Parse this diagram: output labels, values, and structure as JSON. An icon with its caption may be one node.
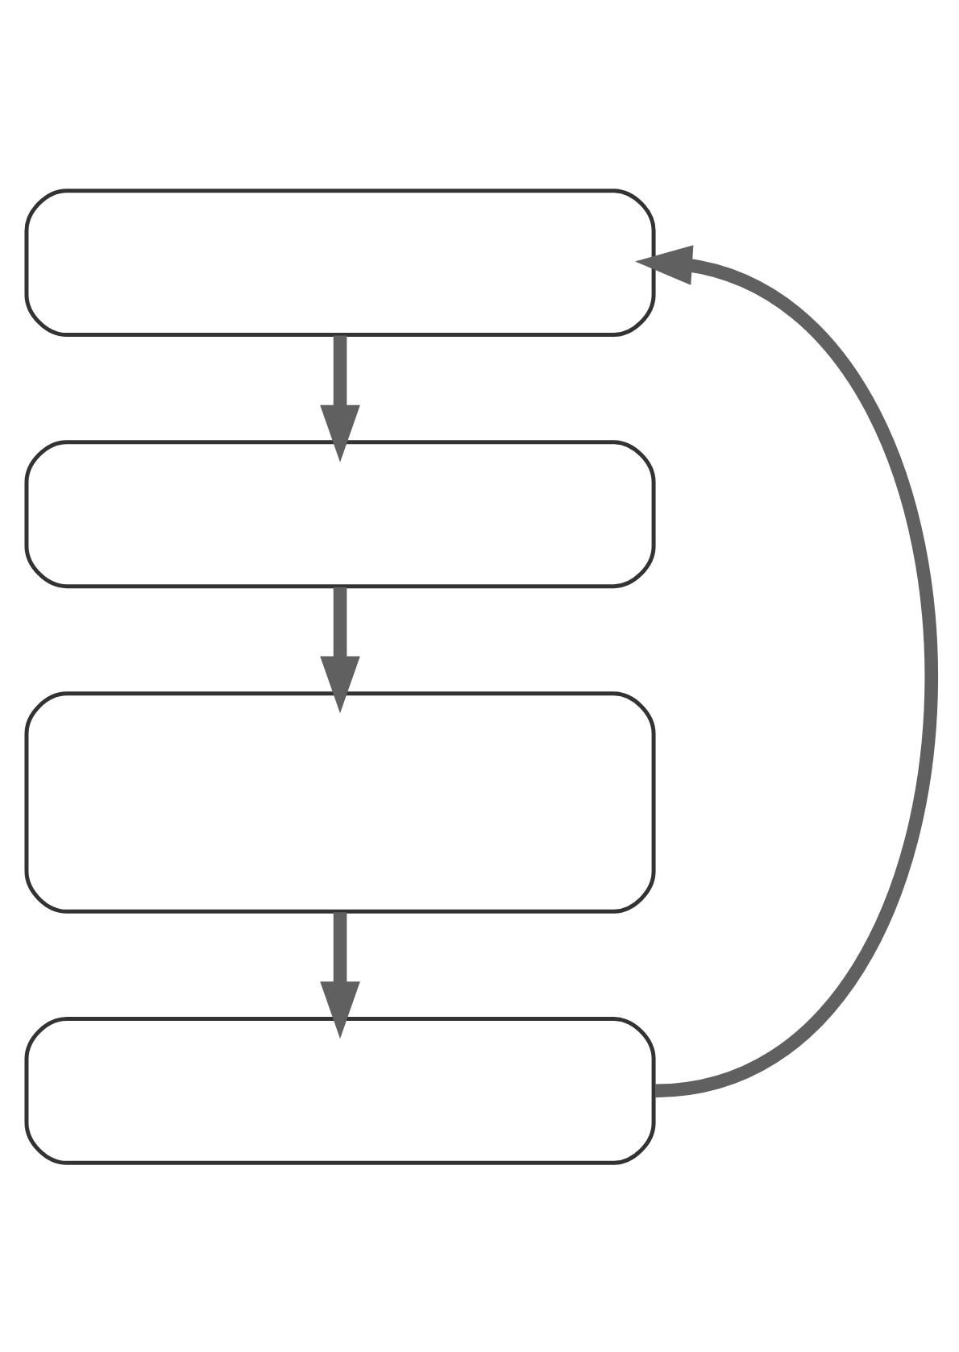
{
  "diagram": {
    "nodes": [
      {
        "text": [],
        "shape": "box"
      },
      {
        "text": [],
        "shape": "box"
      },
      {
        "text": [],
        "shape": "box"
      },
      {
        "text": [],
        "shape": "box"
      }
    ],
    "edges": [
      {
        "from": 0,
        "to": 1,
        "arrow": "to"
      },
      {
        "from": 1,
        "to": 2,
        "arrow": "to"
      },
      {
        "from": 2,
        "to": 3,
        "arrow": "to"
      },
      {
        "from": 3,
        "to": 0,
        "arrow": "to"
      }
    ]
  }
}
